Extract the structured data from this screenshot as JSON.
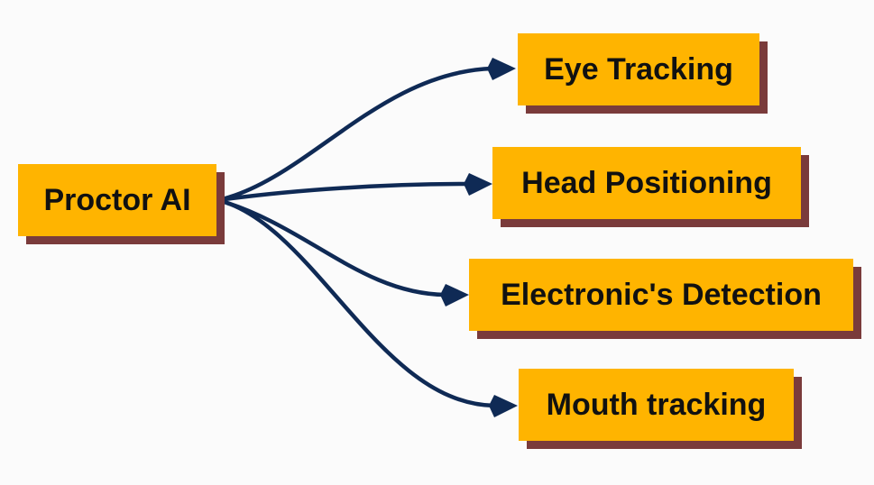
{
  "diagram": {
    "root": {
      "label": "Proctor AI"
    },
    "children": [
      {
        "label": "Eye Tracking"
      },
      {
        "label": "Head Positioning"
      },
      {
        "label": "Electronic's Detection"
      },
      {
        "label": "Mouth tracking"
      }
    ]
  },
  "colors": {
    "node_fill": "#ffb400",
    "node_shadow": "#7a3b3b",
    "connector": "#0f2a55",
    "text": "#111111",
    "background": "#fbfbfb"
  }
}
